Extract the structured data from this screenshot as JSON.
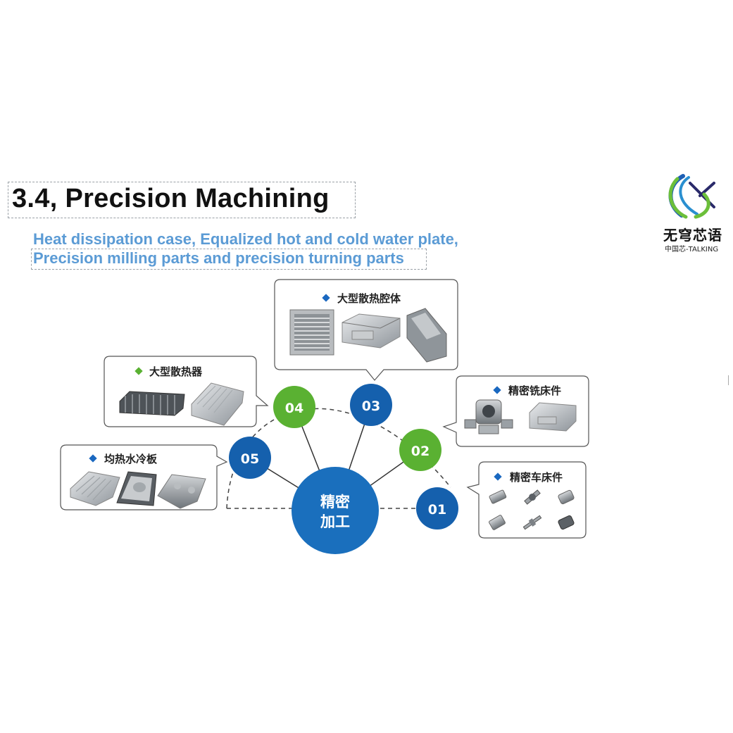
{
  "slide": {
    "title": "3.4, Precision Machining",
    "subtitle_line1": "Heat dissipation case, Equalized hot and cold water plate,",
    "subtitle_line2": "Precision milling parts and precision turning parts"
  },
  "logo": {
    "name_cn": "无穹芯语",
    "tagline": "中国芯-TALKING",
    "colors": {
      "blue": "#1e5fb4",
      "green": "#6cbf3a",
      "dark": "#2a2a6a"
    }
  },
  "diagram": {
    "center": {
      "line1": "精密",
      "line2": "加工"
    },
    "nodes": [
      {
        "num": "01",
        "color": "#1560ad"
      },
      {
        "num": "02",
        "color": "#5ab132"
      },
      {
        "num": "03",
        "color": "#1560ad"
      },
      {
        "num": "04",
        "color": "#5ab132"
      },
      {
        "num": "05",
        "color": "#1560ad"
      }
    ],
    "callouts": {
      "c03": "大型散热腔体",
      "c04": "大型散热器",
      "c05": "均热水冷板",
      "c02": "精密铣床件",
      "c01": "精密车床件"
    },
    "colors": {
      "blue": "#1560ad",
      "green": "#5ab132",
      "center": "#1a6fbd",
      "bullet_blue": "#1a68c0",
      "bullet_green": "#5ab132"
    }
  }
}
